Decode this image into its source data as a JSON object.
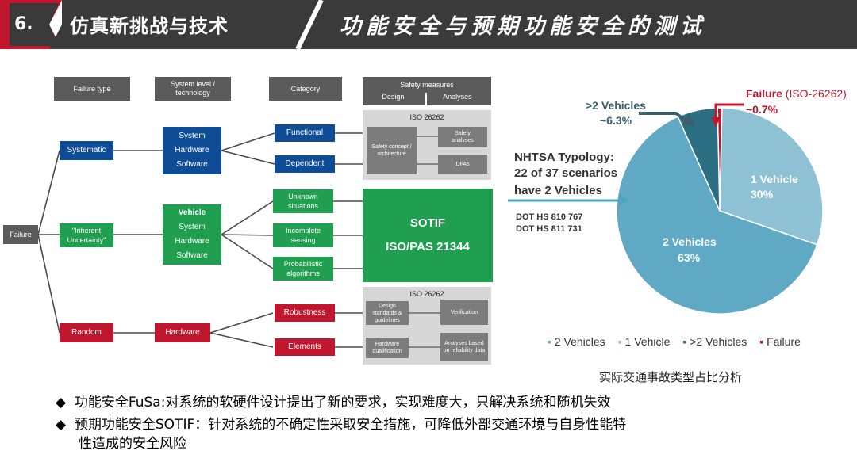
{
  "header": {
    "number": "6.",
    "title": "仿真新挑战与技术",
    "subtitle": "功能安全与预期功能安全的测试"
  },
  "diagram": {
    "col_headers": [
      "Failure type",
      "System level / technology",
      "Category"
    ],
    "safety_measures": {
      "title": "Safety measures",
      "design": "Design",
      "analyses": "Analyses"
    },
    "failure": "Failure",
    "types": {
      "systematic": "Systematic",
      "uncertainty": "\"Inherent Uncertainty\"",
      "random": "Random"
    },
    "system_levels": {
      "systematic": [
        "System",
        "Hardware",
        "Software"
      ],
      "uncertainty": [
        "Vehicle",
        "System",
        "Hardware",
        "Software"
      ],
      "random": "Hardware"
    },
    "categories": {
      "functional": "Functional",
      "dependent": "Dependent",
      "unknown": "Unknown situations",
      "incomplete": "Incomplete sensing",
      "probabilistic": "Probabilistic algorithms",
      "robustness": "Robustness",
      "elements": "Elements"
    },
    "iso_top": {
      "title": "ISO 26262",
      "safety_concept": "Safety concept / architecture",
      "safety_analyses": "Safety analyses",
      "dfas": "DFAs"
    },
    "sotif": {
      "line1": "SOTIF",
      "line2": "ISO/PAS 21344"
    },
    "iso_bottom": {
      "title": "ISO 26262",
      "design_standards": "Design standards & guidelines",
      "verification": "Verification",
      "hw_qualification": "Hardware qualification",
      "analyses_reliability": "Analyses based on reliability data"
    }
  },
  "chart_data": {
    "type": "pie",
    "slices": [
      {
        "name": "2 Vehicles",
        "value": 63,
        "color": "#5fa9c4"
      },
      {
        "name": "1 Vehicle",
        "value": 30,
        "color": "#8fc1d4"
      },
      {
        "name": ">2 Vehicles",
        "value": 6.3,
        "color": "#2c6f82"
      },
      {
        "name": "Failure",
        "value": 0.7,
        "color": "#c0172e"
      }
    ],
    "labels": {
      "two_vehicles": "2 Vehicles",
      "two_vehicles_pct": "63%",
      "one_vehicle": "1 Vehicle",
      "one_vehicle_pct": "30%",
      "gt2_vehicles": ">2 Vehicles",
      "gt2_vehicles_pct": "~6.3%",
      "failure": "Failure",
      "failure_std": "(ISO-26262)",
      "failure_pct": "~0.7%"
    },
    "annotation": {
      "line1": "NHTSA Typology:",
      "line2": "22 of 37 scenarios",
      "line3": "have 2 Vehicles",
      "ref1": "DOT HS 810 767",
      "ref2": "DOT HS 811 731"
    },
    "legend": [
      "2 Vehicles",
      "1 Vehicle",
      ">2 Vehicles",
      "Failure"
    ],
    "caption": "实际交通事故类型占比分析"
  },
  "bullets": [
    "功能安全FuSa:对系统的软硬件设计提出了新的要求，实现难度大，只解决系统和随机失效",
    "预期功能安全SOTIF：针对系统的不确定性采取安全措施，可降低外部交通环境与自身性能特",
    "性造成的安全风险"
  ]
}
